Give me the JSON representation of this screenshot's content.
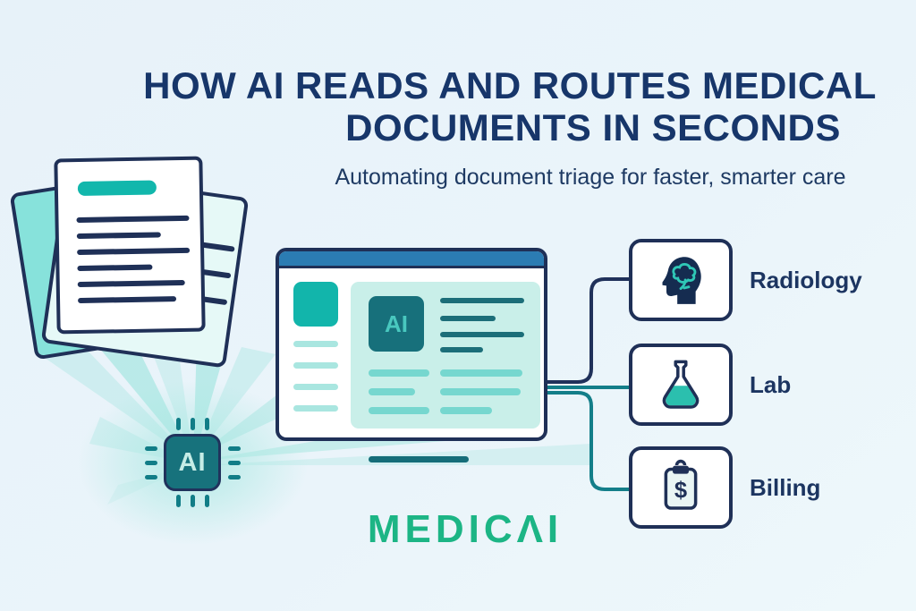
{
  "header": {
    "title_line1": "HOW AI READS AND ROUTES MEDICAL",
    "title_line2": "DOCUMENTS IN SECONDS",
    "subtitle": "Automating document triage for faster, smarter care"
  },
  "pipeline": {
    "chip_label": "AI",
    "window_ai_label": "AI"
  },
  "routes": [
    {
      "label": "Radiology",
      "icon": "head-brain-icon"
    },
    {
      "label": "Lab",
      "icon": "lab-flask-icon"
    },
    {
      "label": "Billing",
      "icon": "billing-clipboard-icon",
      "symbol": "$"
    }
  ],
  "brand": {
    "name": "MEDICAI",
    "display": "MEDICΛI"
  },
  "colors": {
    "background": "#eaf4fa",
    "navy_outline": "#1f3057",
    "title_navy": "#17366a",
    "teal_bright": "#12b5ab",
    "teal_dark": "#17707b",
    "mint_panel": "#c9efe9",
    "browser_bar_blue": "#2b7cb3",
    "connector_teal": "#137e89",
    "ray_teal": "#93e2da",
    "logo_green": "#1cb585",
    "flask_liquid": "#2bbfae",
    "brain_teal": "#2fc7b6"
  }
}
